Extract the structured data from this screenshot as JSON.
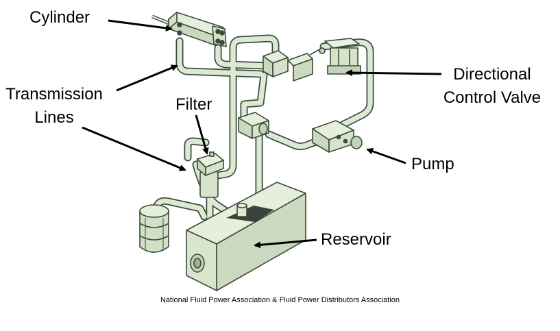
{
  "labels": {
    "cylinder": "Cylinder",
    "transmission_lines": [
      "Transmission",
      "Lines"
    ],
    "filter": "Filter",
    "directional_control_valve": [
      "Directional",
      "Control Valve"
    ],
    "pump": "Pump",
    "reservoir": "Reservoir"
  },
  "credit": "National Fluid Power Association & Fluid Power Distributors Association",
  "colors": {
    "component_fill": "#dde9d3",
    "component_shade": "#c2d3b7",
    "outline": "#3b4a3b",
    "arrow": "#000000"
  }
}
